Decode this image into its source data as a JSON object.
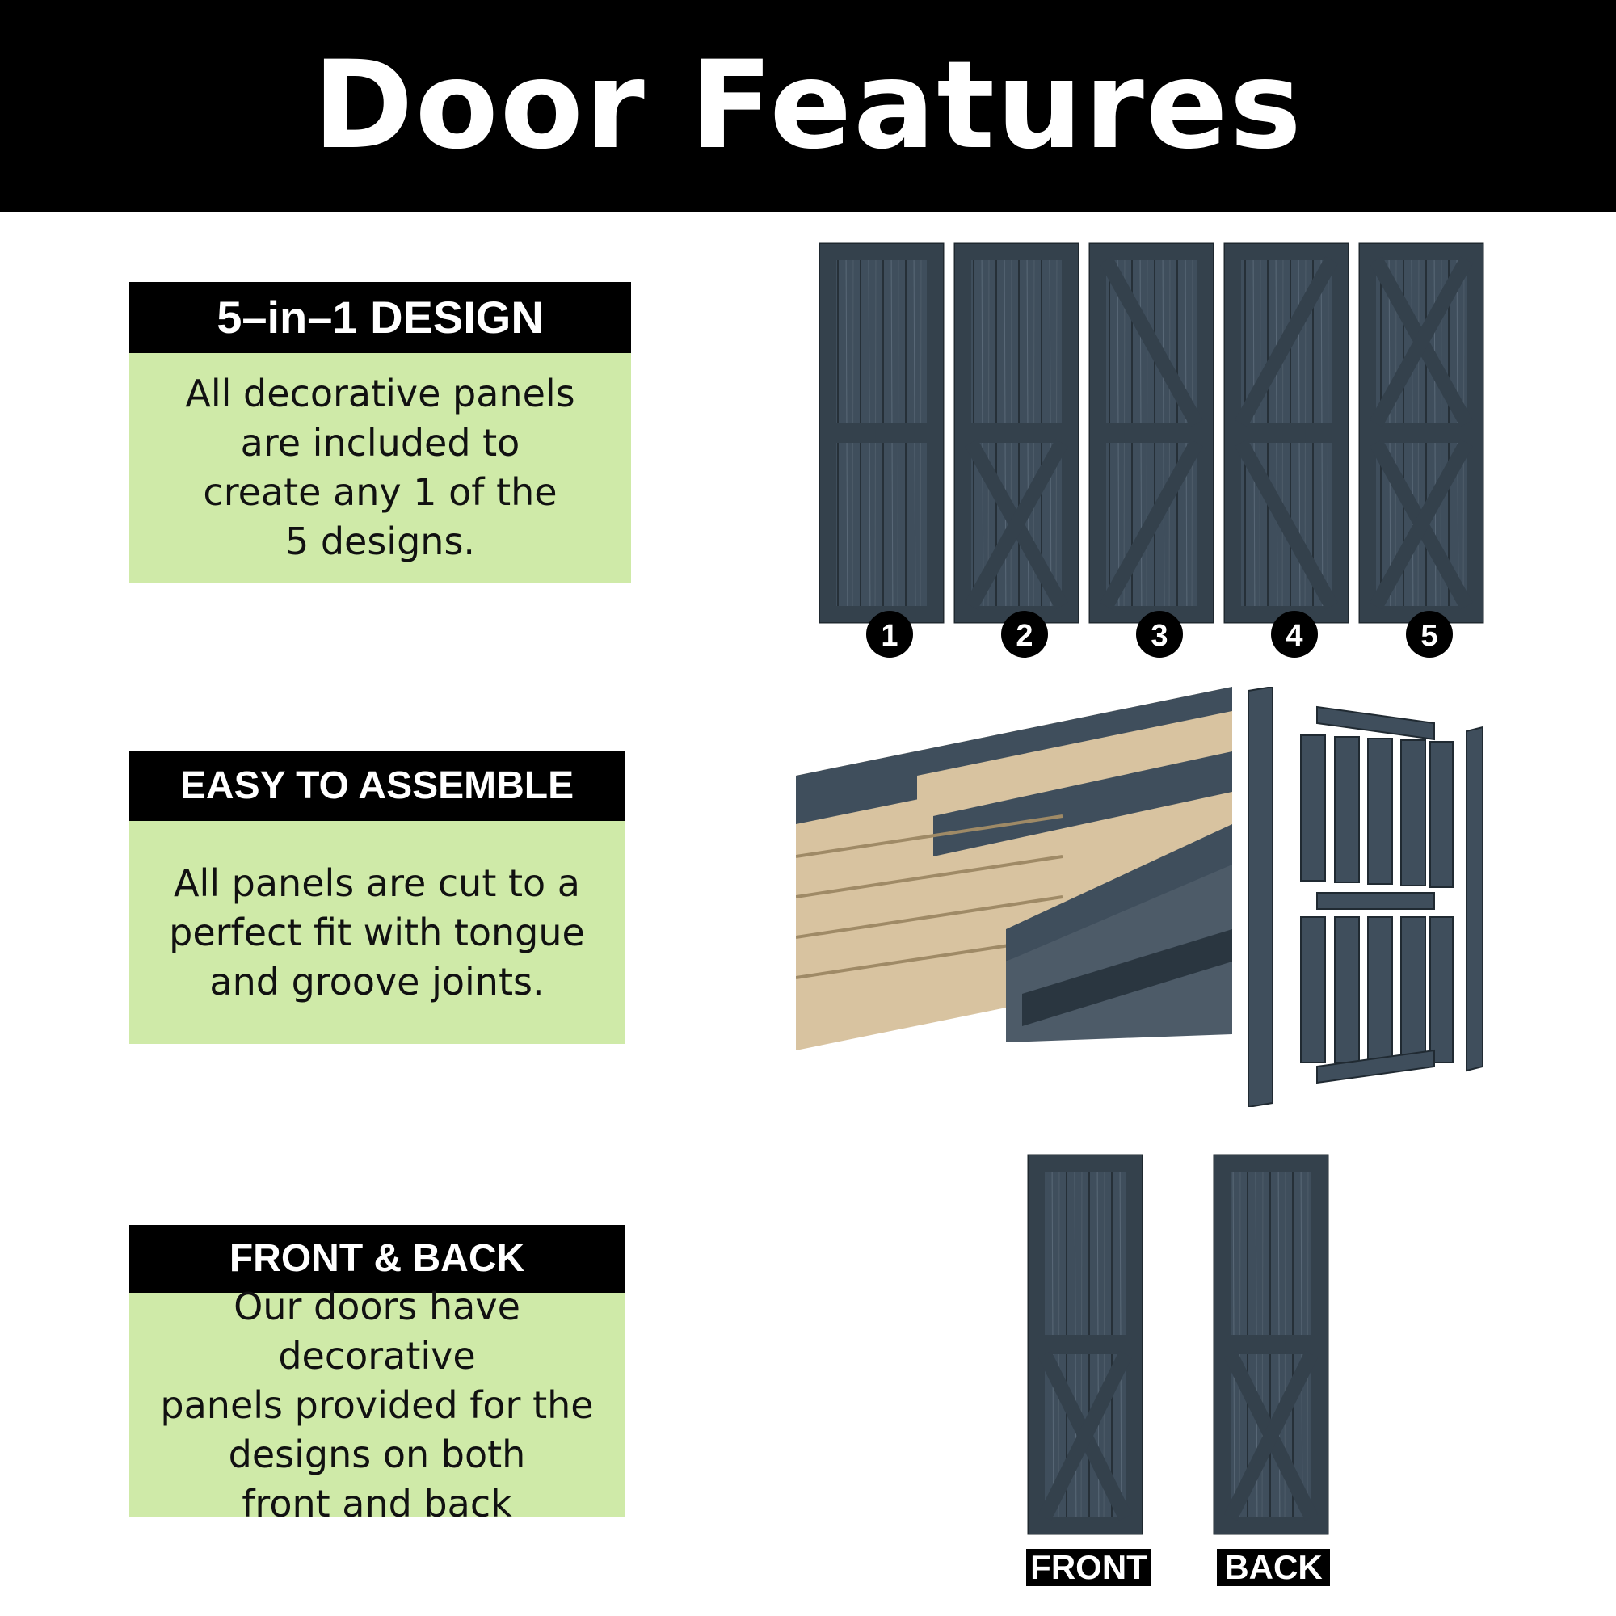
{
  "page": {
    "title": "Door Features"
  },
  "features": [
    {
      "heading": "5–in–1 DESIGN",
      "lines": [
        "All decorative panels",
        "are included to",
        "create any 1 of the",
        "5  designs."
      ]
    },
    {
      "heading": "EASY TO ASSEMBLE",
      "lines": [
        "All panels are cut to a",
        "perfect fit with tongue",
        "and groove joints."
      ]
    },
    {
      "heading": "FRONT & BACK",
      "lines": [
        "Our doors have decorative",
        "panels provided for the",
        "designs on both",
        "front and back"
      ]
    }
  ],
  "designs": {
    "numbers": [
      "1",
      "2",
      "3",
      "4",
      "5"
    ]
  },
  "views": {
    "front_label": "FRONT",
    "back_label": "BACK"
  },
  "colors": {
    "banner": "#000000",
    "panel_bg": "#cfeaa8",
    "wood_stain": "#3f4e5c",
    "wood_raw": "#d8c3a0"
  }
}
